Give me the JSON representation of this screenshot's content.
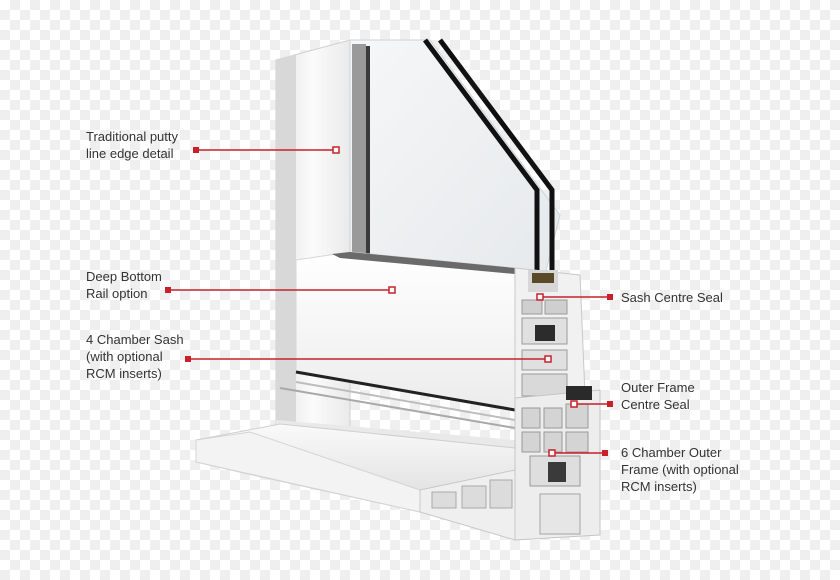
{
  "colors": {
    "callout_red": "#c8202a",
    "label_text": "#333333",
    "pvc_white": "#f6f6f6",
    "pvc_shadow": "#c9c9c9",
    "glass": "#eef1f3",
    "glass_edge": "#111111"
  },
  "labels": {
    "putty": [
      "Traditional putty",
      "line edge detail"
    ],
    "bottom_rail": [
      "Deep Bottom",
      "Rail option"
    ],
    "sash": [
      "4 Chamber Sash",
      "(with optional",
      "RCM inserts)"
    ],
    "sash_seal": [
      "Sash Centre Seal"
    ],
    "outer_seal": [
      "Outer Frame",
      "Centre Seal"
    ],
    "outer_frame": [
      "6 Chamber Outer",
      "Frame (with optional",
      "RCM inserts)"
    ]
  }
}
